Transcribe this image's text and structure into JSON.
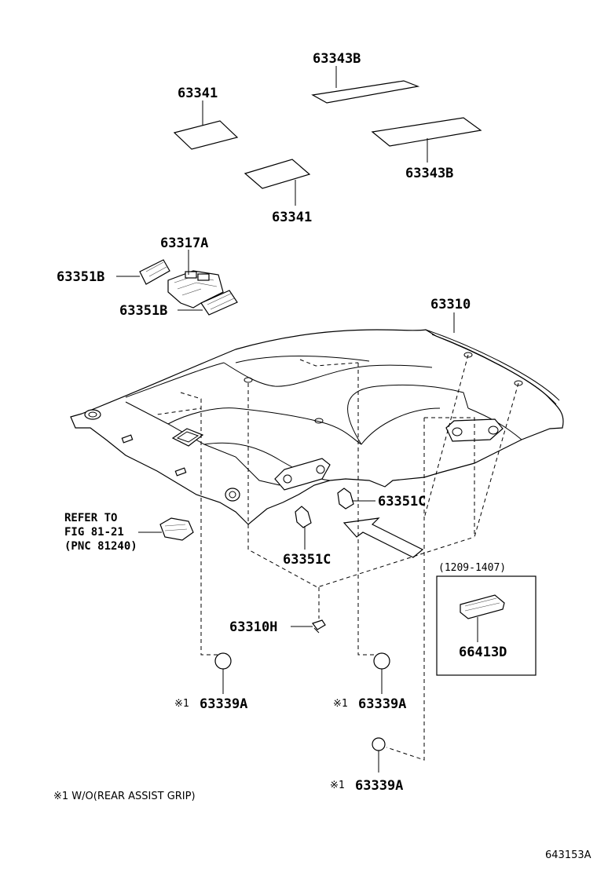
{
  "labels": {
    "p63343B_top": "63343B",
    "p63341_top": "63341",
    "p63343B_mid": "63343B",
    "p63341_mid": "63341",
    "p63317A": "63317A",
    "p63351B_a": "63351B",
    "p63351B_b": "63351B",
    "p63310": "63310",
    "p63351C_right": "63351C",
    "p63351C_left": "63351C",
    "p63310H": "63310H",
    "p63339A_1": "63339A",
    "p63339A_2": "63339A",
    "p63339A_3": "63339A",
    "p66413D": "66413D",
    "note_mark_1": "※1",
    "note_mark_2": "※1",
    "note_mark_3": "※1"
  },
  "refer": {
    "line1": "REFER TO",
    "line2": "FIG 81-21",
    "line3": "(PNC 81240)"
  },
  "inset": {
    "date_range": "(1209-1407)"
  },
  "footnote": "※1 W/O(REAR ASSIST GRIP)",
  "figure_id": "643153A"
}
